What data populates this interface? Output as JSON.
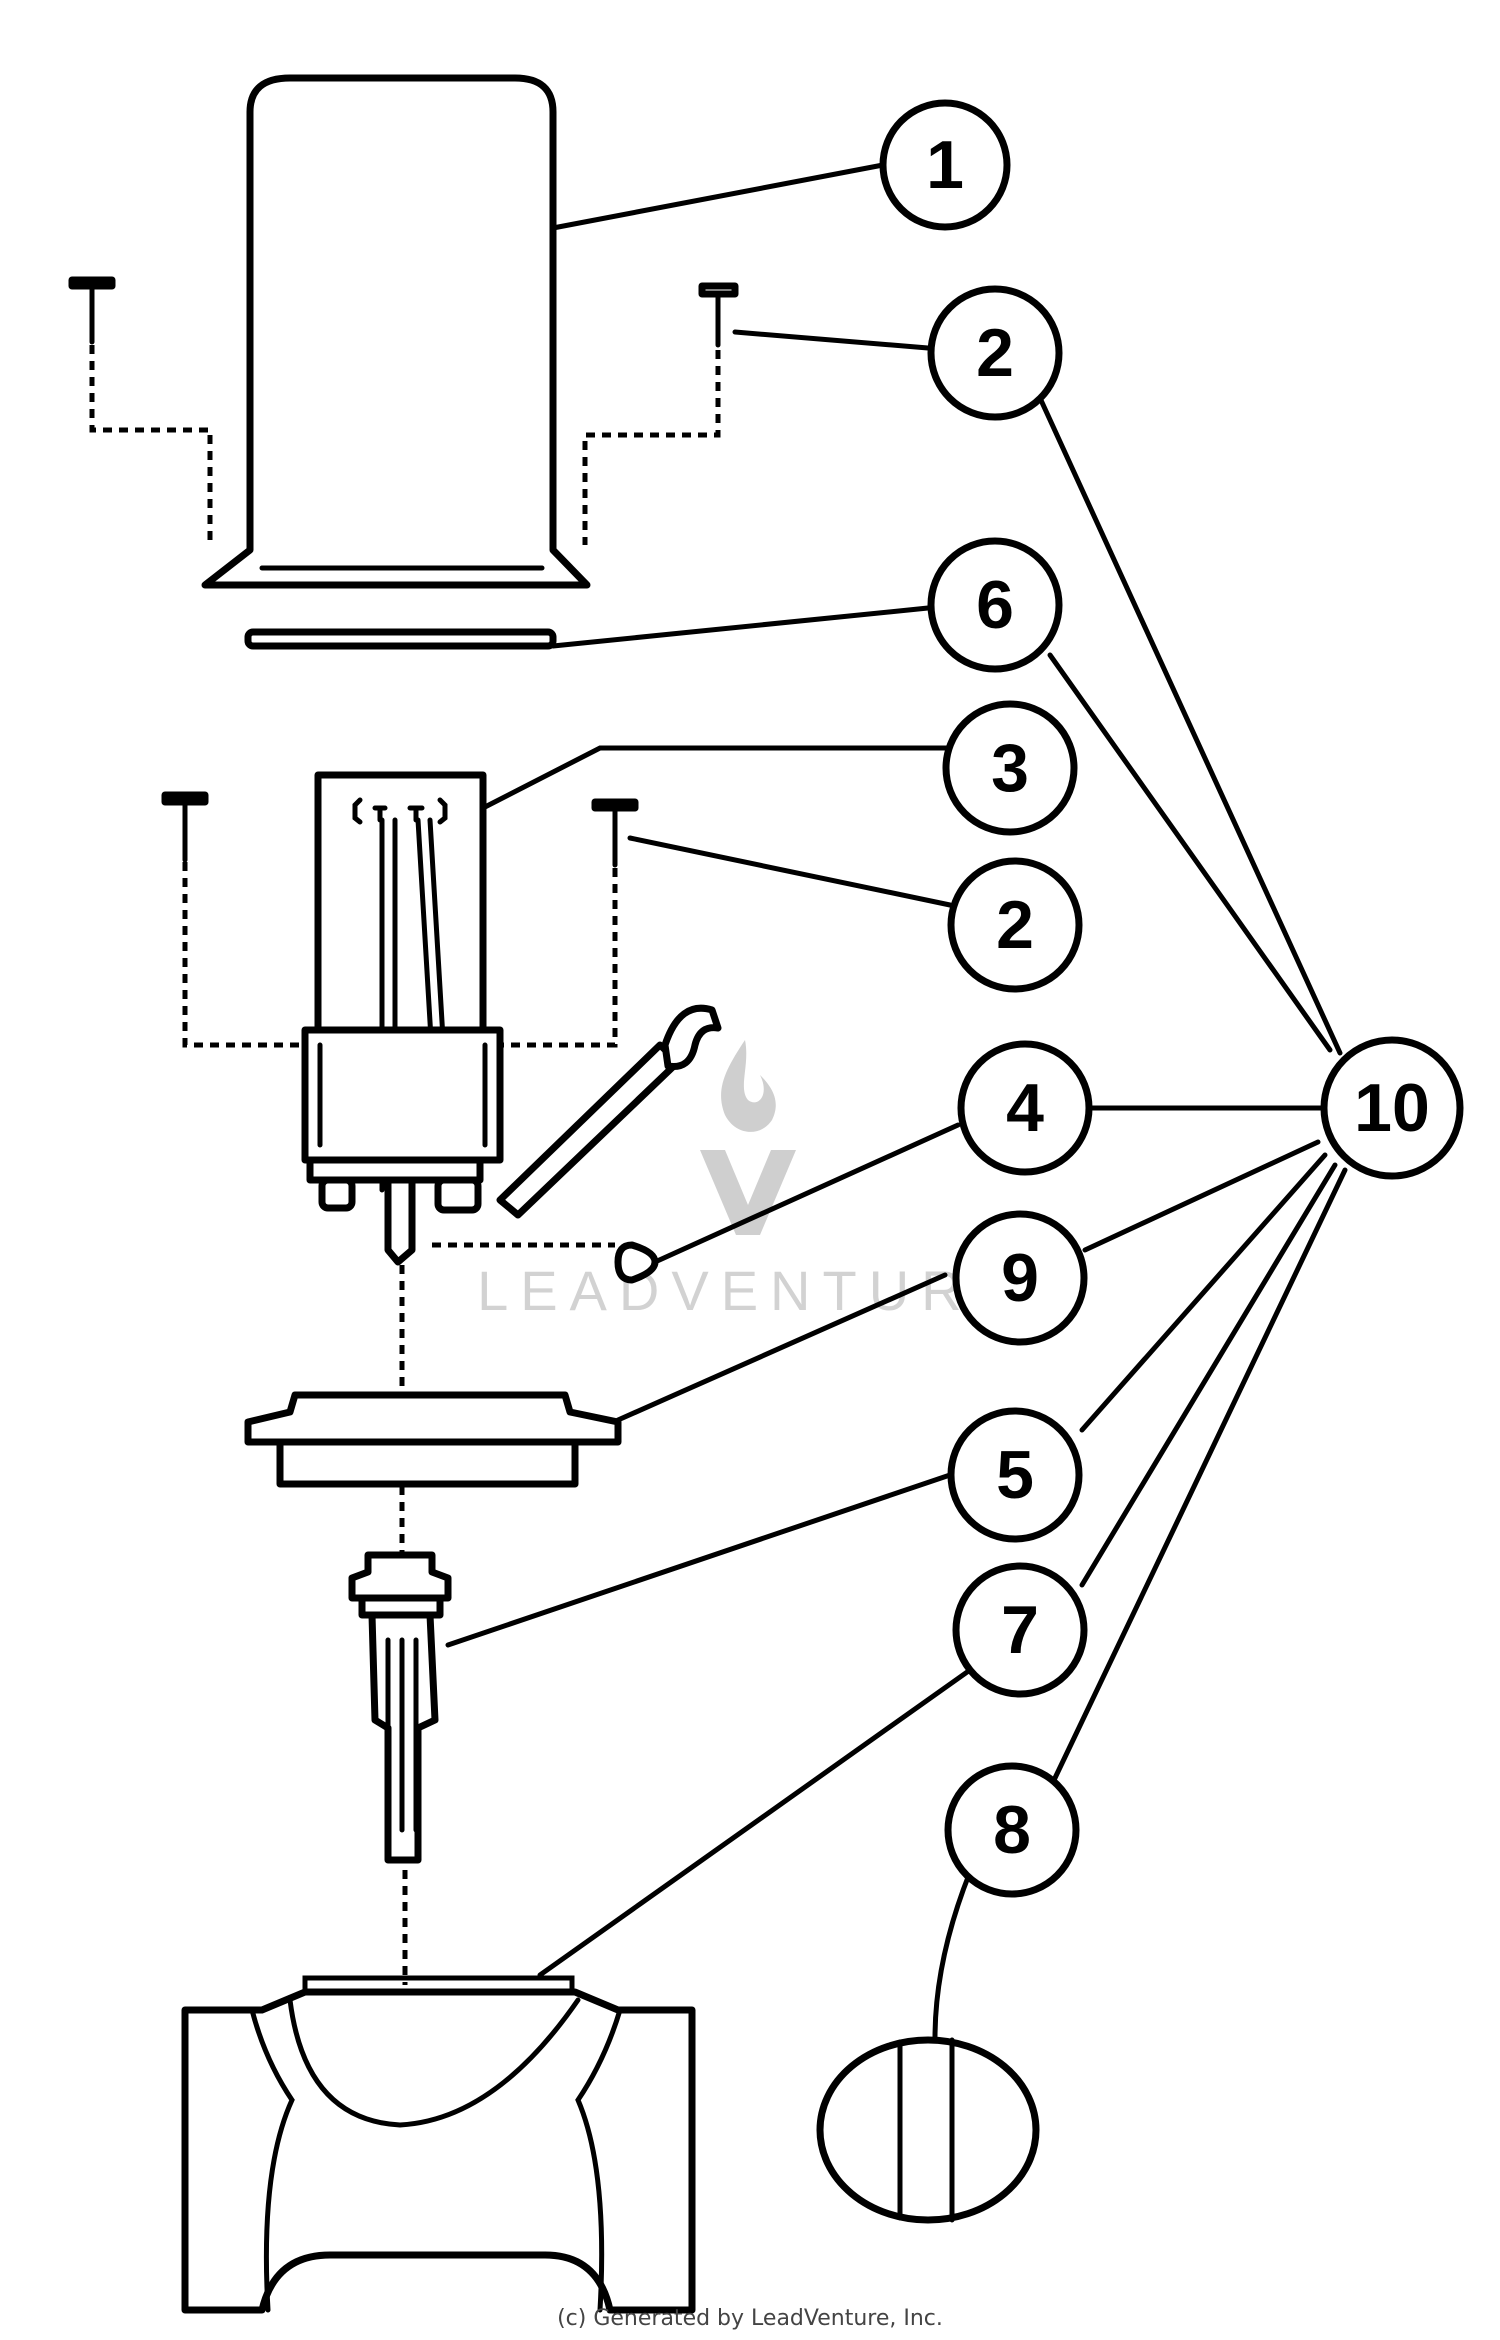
{
  "callouts": [
    {
      "id": "c1",
      "label": "1"
    },
    {
      "id": "c2a",
      "label": "2"
    },
    {
      "id": "c6",
      "label": "6"
    },
    {
      "id": "c3",
      "label": "3"
    },
    {
      "id": "c2b",
      "label": "2"
    },
    {
      "id": "c4",
      "label": "4"
    },
    {
      "id": "c10",
      "label": "10"
    },
    {
      "id": "c9",
      "label": "9"
    },
    {
      "id": "c5",
      "label": "5"
    },
    {
      "id": "c7",
      "label": "7"
    },
    {
      "id": "c8",
      "label": "8"
    }
  ],
  "watermark": {
    "text": "LEADVENTURE"
  },
  "footer": {
    "copyright": "(c) Generated by LeadVenture, Inc."
  },
  "colors": {
    "line": "#000000",
    "background": "#ffffff",
    "watermark": "#cfcfcf"
  }
}
